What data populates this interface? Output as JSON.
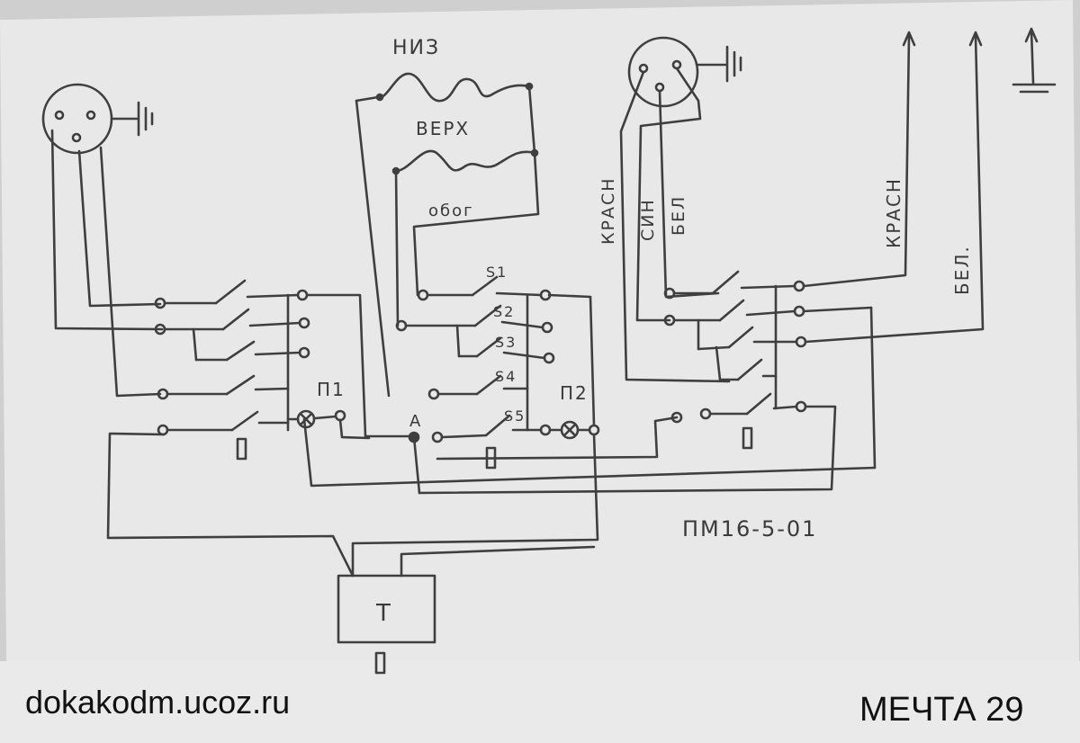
{
  "labels": {
    "niz": "НИЗ",
    "verh": "ВЕРХ",
    "obog": "обог",
    "s1": "S1",
    "s2": "S2",
    "s3": "S3",
    "s4": "S4",
    "s5": "S5",
    "p1": "П1",
    "p2": "П2",
    "node_a": "A",
    "krasn_left": "КРАСН",
    "sin": "СИН",
    "bel_left": "БЕЛ",
    "krasn_right": "КРАСН",
    "bel_right": "БЕЛ.",
    "switch_model": "ПМ16-5-01",
    "transformer": "T"
  },
  "footer": {
    "site": "dokakodm.ucoz.ru",
    "brand": "МЕЧТА 29"
  },
  "colors": {
    "paper": "#e9e9e9",
    "ink": "#3f3f3f",
    "footer_text": "#111111"
  }
}
